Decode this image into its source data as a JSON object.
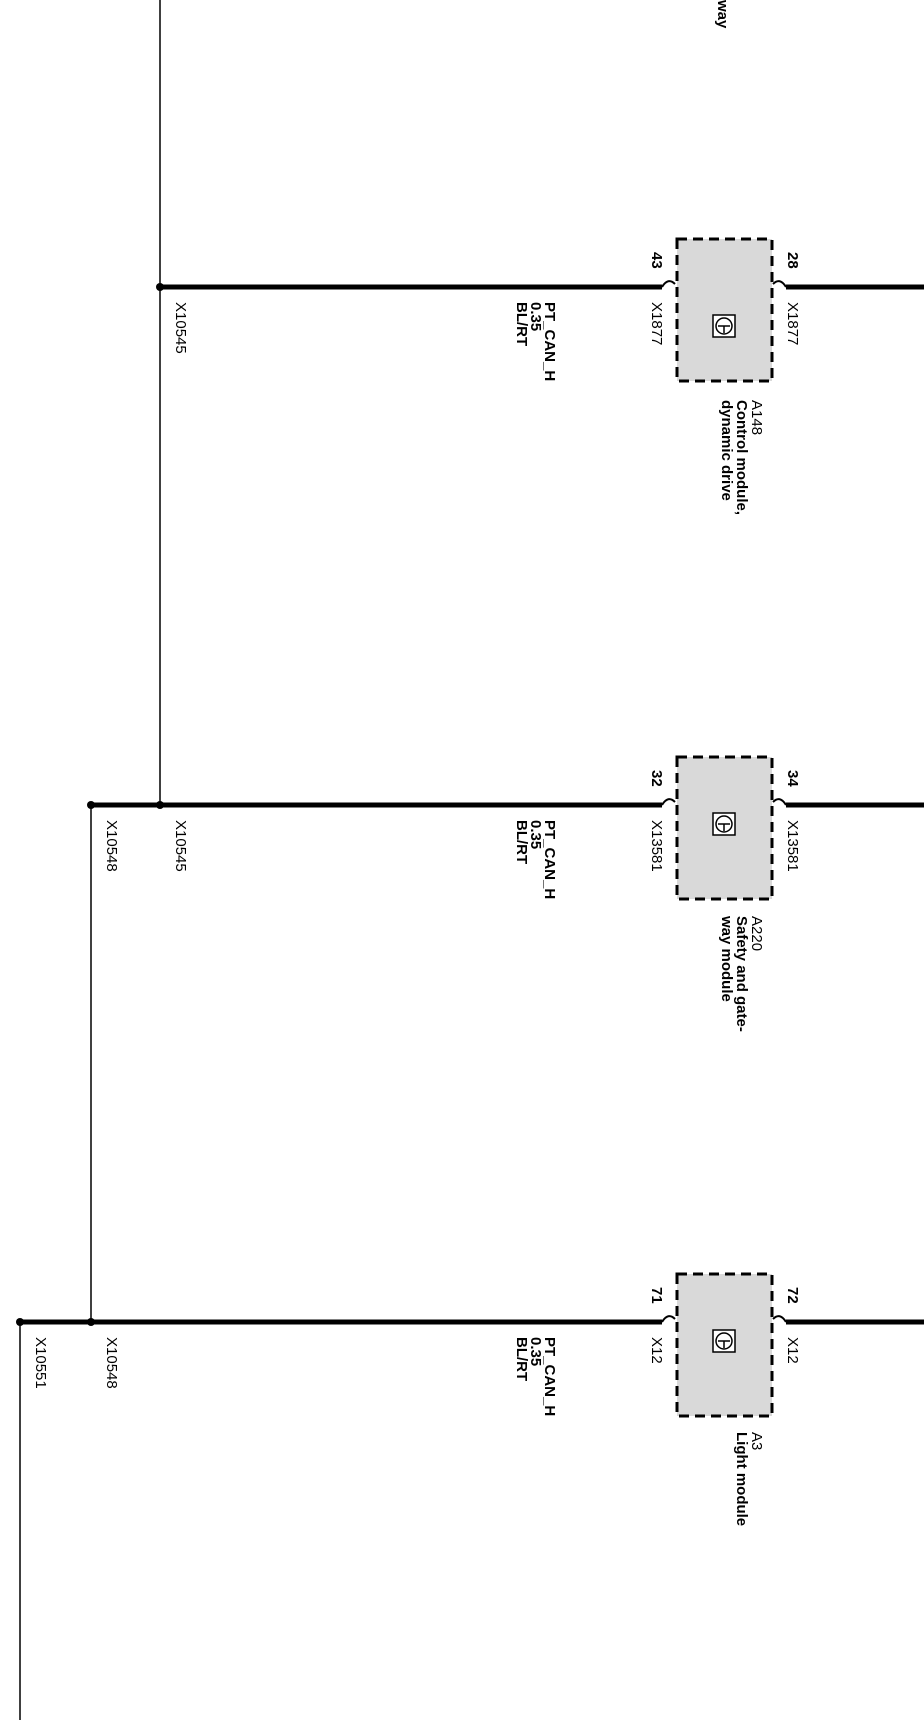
{
  "top_fragment": "way",
  "splices": [
    "X10545",
    "X10548",
    "X10551"
  ],
  "wire": {
    "signal": "PT_CAN_H",
    "gauge": "0.35",
    "color": "BL/RT"
  },
  "modules": [
    {
      "id": "A148",
      "name_lines": [
        "Control module,",
        "dynamic drive"
      ],
      "connector": "X1877",
      "pin_in": "43",
      "pin_out": "28",
      "splice": "X10545"
    },
    {
      "id": "A220",
      "name_lines": [
        "Safety and gate-",
        "way module"
      ],
      "connector": "X13581",
      "pin_in": "32",
      "pin_out": "34",
      "splice": "X10545",
      "splice_left": "X10548"
    },
    {
      "id": "A3",
      "name_lines": [
        "Light module"
      ],
      "connector": "X12",
      "pin_in": "71",
      "pin_out": "72",
      "splice": "X10548",
      "splice_left": "X10551"
    }
  ],
  "colors": {
    "wire": "#000000",
    "module_fill": "#d9d9d9"
  }
}
